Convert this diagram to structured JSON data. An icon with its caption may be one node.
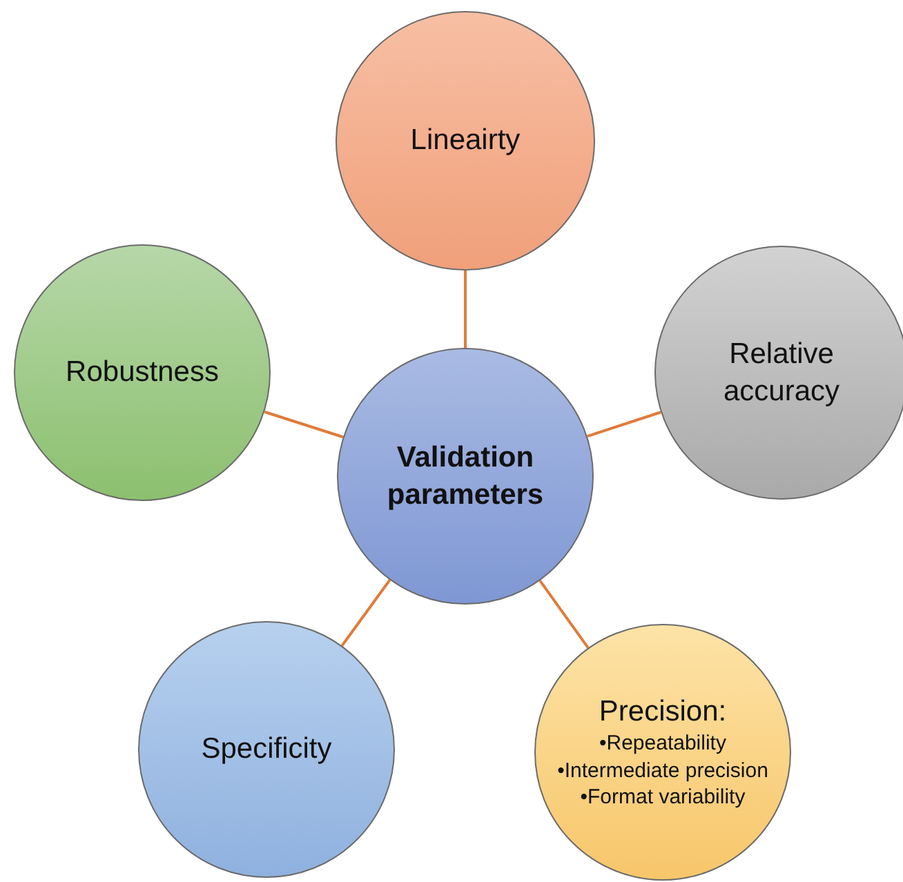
{
  "diagram": {
    "nodes": [
      {
        "text": [
          "Validation parameters"
        ]
      },
      {
        "text": [
          "Lineairty"
        ]
      },
      {
        "text": [
          "Relative accuracy"
        ]
      },
      {
        "text": [
          "Robustness"
        ]
      },
      {
        "text": [
          "Specificity"
        ]
      },
      {
        "text": [
          "Precision:",
          "•Repeatability",
          "•Intermediate precision",
          "•Format variability"
        ]
      }
    ],
    "edges": [
      {
        "from": 0,
        "to": 1,
        "arrow": "none"
      },
      {
        "from": 0,
        "to": 2,
        "arrow": "none"
      },
      {
        "from": 0,
        "to": 3,
        "arrow": "none"
      },
      {
        "from": 0,
        "to": 4,
        "arrow": "none"
      },
      {
        "from": 0,
        "to": 5,
        "arrow": "none"
      }
    ]
  }
}
